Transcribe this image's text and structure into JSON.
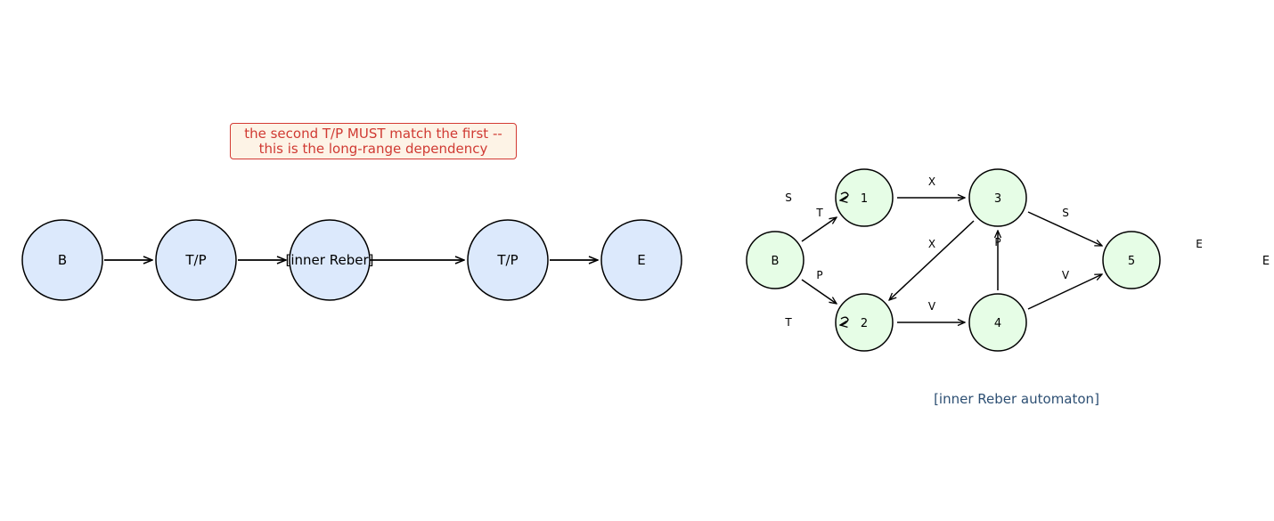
{
  "outer_chain": {
    "nodes": [
      "B",
      "T/P",
      "[inner Reber]",
      "T/P",
      "E"
    ],
    "fill": "#dce9fc"
  },
  "note": {
    "line1": "the second T/P MUST match the first --",
    "line2": "this is the long-range dependency",
    "text_color": "#d03a33",
    "border_color": "#d33a33",
    "background": "#fdf3e6"
  },
  "inner_automaton": {
    "fill": "#e6fde6",
    "nodes": {
      "B": "B",
      "n1": "1",
      "n2": "2",
      "n3": "3",
      "n4": "4",
      "n5": "5"
    },
    "edge_labels": {
      "B_to_1": "T",
      "B_to_2": "P",
      "loop_1": "S",
      "loop_2": "T",
      "one_to_3": "X",
      "three_to_2": "X",
      "two_to_4": "V",
      "four_to_3": "P",
      "three_to_5": "S",
      "four_to_5": "V",
      "exit_5": "E",
      "exit_far": "E"
    },
    "caption": "[inner Reber automaton]",
    "caption_color": "#2d4f73"
  }
}
